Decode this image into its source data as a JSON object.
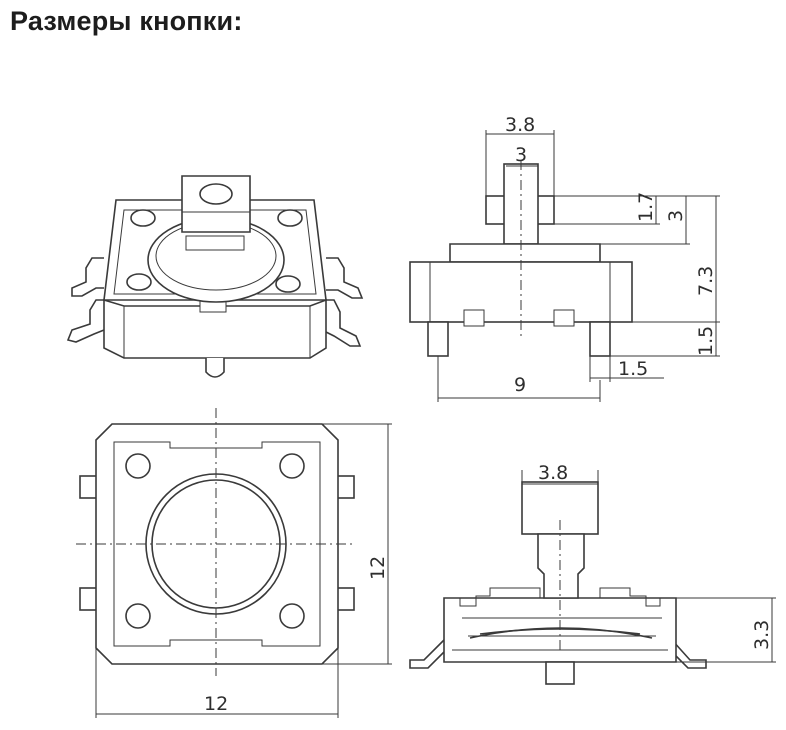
{
  "page": {
    "title": "Размеры кнопки:"
  },
  "drawing": {
    "side_view": {
      "dim_stem_outer": "3.8",
      "dim_stem_inner": "3",
      "dim_cap_height": "1.7",
      "dim_cap_total": "3",
      "dim_total_height": "7.3",
      "dim_lead_height": "1.5",
      "dim_lead_offset": "1.5",
      "dim_lead_span": "9"
    },
    "top_view": {
      "dim_width": "12",
      "dim_height": "12"
    },
    "section_view": {
      "dim_stem": "3.8",
      "dim_body_height": "3.3"
    }
  }
}
